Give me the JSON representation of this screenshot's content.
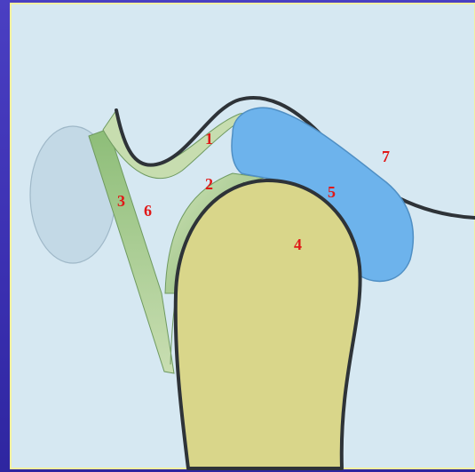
{
  "labels": {
    "n1": "1",
    "n2": "2",
    "n3": "3",
    "n4": "4",
    "n5": "5",
    "n6": "6",
    "n7": "7"
  },
  "colors": {
    "panel_background": "#d6e8f2",
    "frame_outer": "#3a2fb0",
    "frame_inner_edge": "#f2f0a0",
    "bone_fill": "#d9d68a",
    "blue_structure_fill": "#6db3ec",
    "green_band_dark": "#7fae6e",
    "green_band_light": "#c8dfb0",
    "oval_fill": "#c3d9e6",
    "outline": "#2e3338",
    "label_text": "#e01818"
  }
}
